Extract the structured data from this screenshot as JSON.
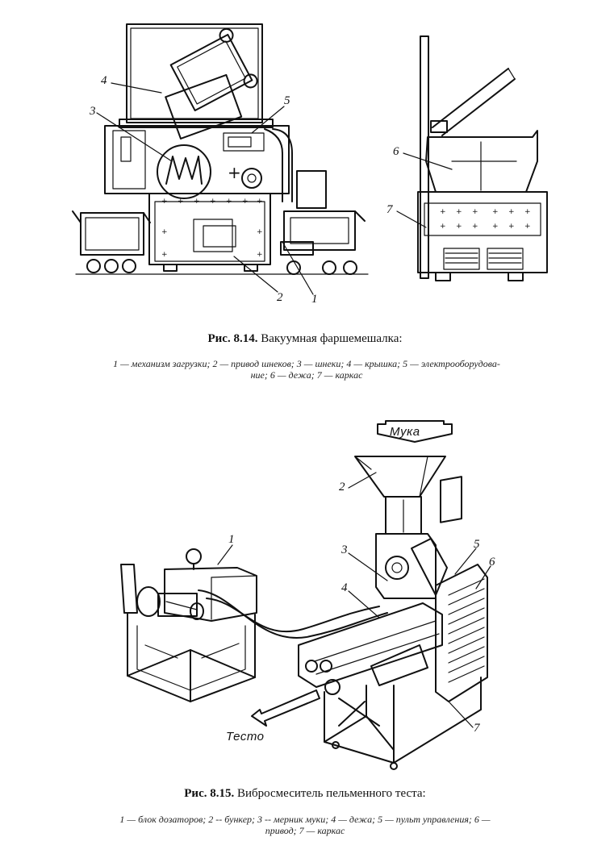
{
  "figure_14": {
    "title_bold": "Рис. 8.14.",
    "title_text": " Вакуумная  фаршемешалка:",
    "legend_line1": "1 — механизм загрузки; 2 — привод шнеков; 3 — шнеки; 4 — крышка; 5 — электрооборудова-",
    "legend_line2": "ние; 6 — дежа; 7 — каркас",
    "labels": {
      "n1": "1",
      "n2": "2",
      "n3": "3",
      "n4": "4",
      "n5": "5",
      "n6": "6",
      "n7": "7"
    }
  },
  "figure_15": {
    "title_bold": "Рис. 8.15.",
    "title_text": " Вибросмеситель пельменного теста:",
    "legend_line1": "1 — блок дозаторов; 2 -- бункер; 3 -- мерник муки; 4 — дежа; 5 — пульт управления; 6 —",
    "legend_line2": "привод; 7 — каркас",
    "labels": {
      "n1": "1",
      "n2": "2",
      "n3": "3",
      "n4": "4",
      "n5": "5",
      "n6": "6",
      "n7": "7"
    },
    "flour_label": "Мука",
    "dough_label": "Тесто"
  }
}
